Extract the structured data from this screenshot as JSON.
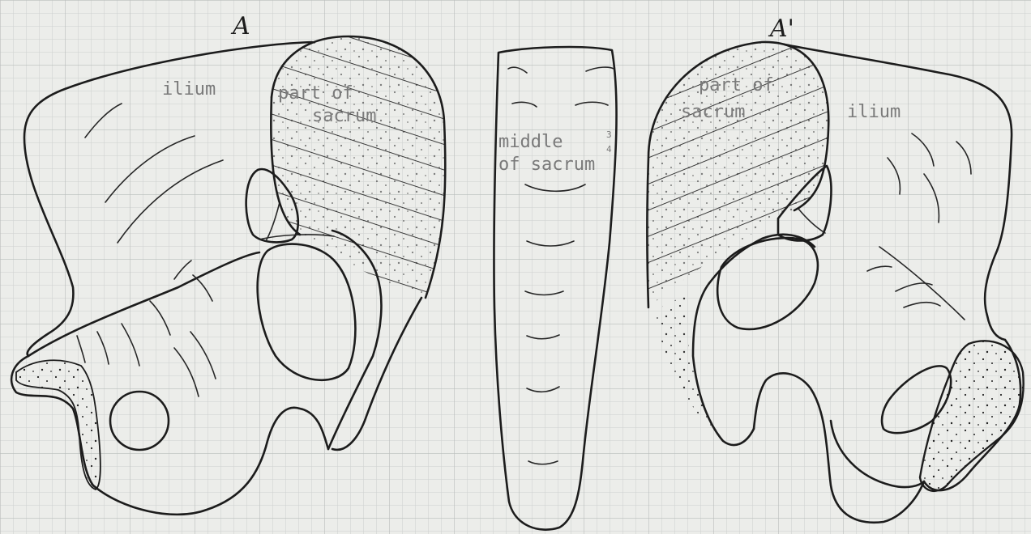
{
  "labels": {
    "point_left": "A",
    "point_right": "A'",
    "ilium_left": "ilium",
    "sacrum_part_left_line1": "part of",
    "sacrum_part_left_line2": "sacrum",
    "middle_line1": "middle",
    "middle_fraction_num": "3",
    "middle_fraction_den": "4",
    "middle_line2": "of sacrum",
    "sacrum_part_right_line1": "part of",
    "sacrum_part_right_line2": "sacrum",
    "ilium_right": "ilium"
  },
  "colors": {
    "paper": "#ecedea",
    "grid": "#c9cccc",
    "ink": "#1c1c1c",
    "typewriter": "#7a7a7a"
  }
}
